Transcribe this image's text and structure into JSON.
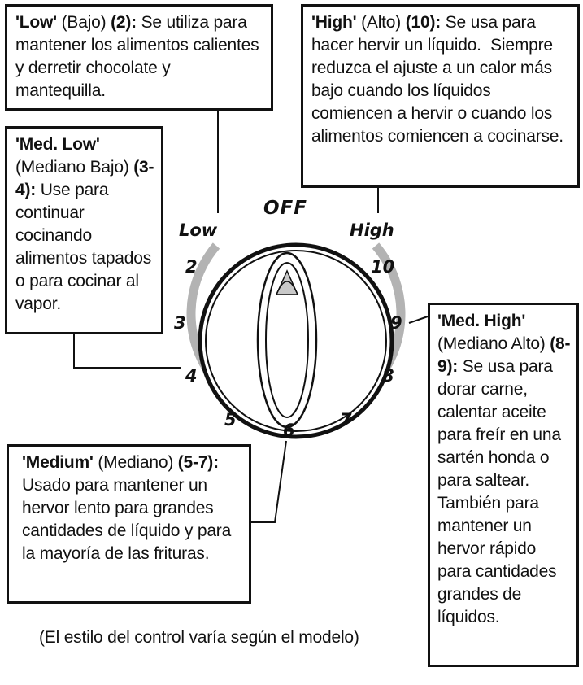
{
  "callouts": {
    "low": {
      "name": "'Low'",
      "alias": "(Bajo)",
      "range": "(2):",
      "text": "Se utiliza para mantener los alimentos calientes y derretir chocolate y mantequilla."
    },
    "high": {
      "name": "'High'",
      "alias": "(Alto)",
      "range": "(10):",
      "text": "Se usa para hacer hervir un líquido.  Siempre reduzca el ajuste a un calor más bajo cuando los líquidos comiencen a hervir o cuando los alimentos comiencen a cocinarse."
    },
    "med_low": {
      "name": "'Med. Low'",
      "alias": "(Mediano Bajo)",
      "range": "(3-4):",
      "text": "Use para continuar cocinando alimentos tapados o para cocinar al vapor."
    },
    "med_high": {
      "name": "'Med. High'",
      "alias": "(Mediano Alto)",
      "range": "(8-9):",
      "text": "Se usa para dorar carne, calentar aceite para freír en una sartén honda o para saltear. También para mantener un hervor rápido para cantidades grandes de líquidos."
    },
    "medium": {
      "name": "'Medium'",
      "alias": "(Mediano)",
      "range": "(5-7):",
      "text": "Usado para mantener un hervor lento para grandes cantidades de líquido y para la mayoría de las frituras."
    }
  },
  "dial": {
    "off": "OFF",
    "low": "Low",
    "high": "High",
    "n2": "2",
    "n3": "3",
    "n4": "4",
    "n5": "5",
    "n6": "6",
    "n7": "7",
    "n8": "8",
    "n9": "9",
    "n10": "10"
  },
  "footnote": "(El estilo del control varía según el modelo)",
  "colors": {
    "ink": "#111111",
    "arc_gray": "#b3b3b3",
    "pointer_gray": "#c8c8c8"
  }
}
